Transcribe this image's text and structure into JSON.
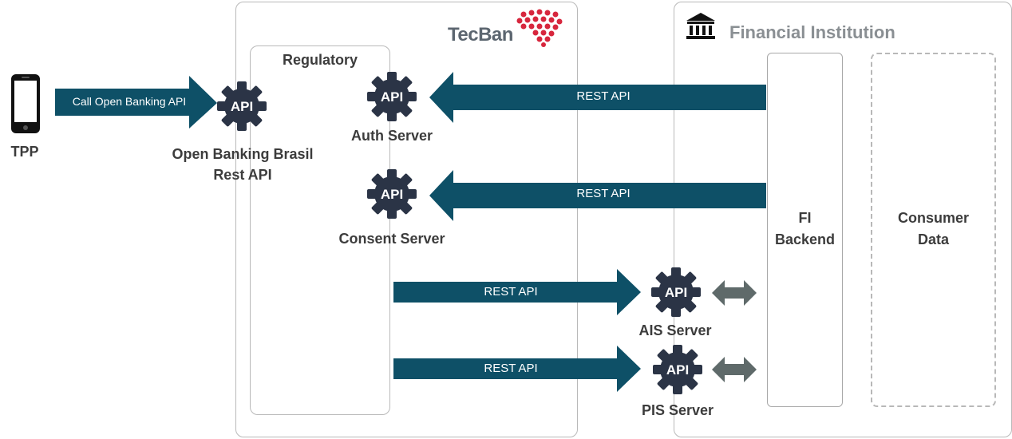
{
  "tpp": {
    "label": "TPP"
  },
  "tpp_arrow": {
    "label": "Call Open Banking API"
  },
  "obb": {
    "line1": "Open Banking Brasil",
    "line2": "Rest API"
  },
  "tecban": {
    "logo_text": "TecBan"
  },
  "regulatory": {
    "title": "Regulatory"
  },
  "auth_server": {
    "label": "Auth Server"
  },
  "consent_server": {
    "label": "Consent Server"
  },
  "ais_server": {
    "label": "AIS Server"
  },
  "pis_server": {
    "label": "PIS Server"
  },
  "arrows": {
    "auth_rest": "REST API",
    "consent_rest": "REST API",
    "ais_rest": "REST API",
    "pis_rest": "REST API"
  },
  "fi": {
    "title": "Financial Institution"
  },
  "fi_backend": {
    "line1": "FI",
    "line2": "Backend"
  },
  "consumer_data": {
    "line1": "Consumer",
    "line2": "Data"
  },
  "api_icon_text": "API",
  "colors": {
    "arrow_teal": "#0e5067",
    "gear_dark": "#2b3446",
    "double_arrow_gray": "#5f6a6a",
    "tecban_red": "#d7263d",
    "tecban_gray": "#5c6670"
  }
}
